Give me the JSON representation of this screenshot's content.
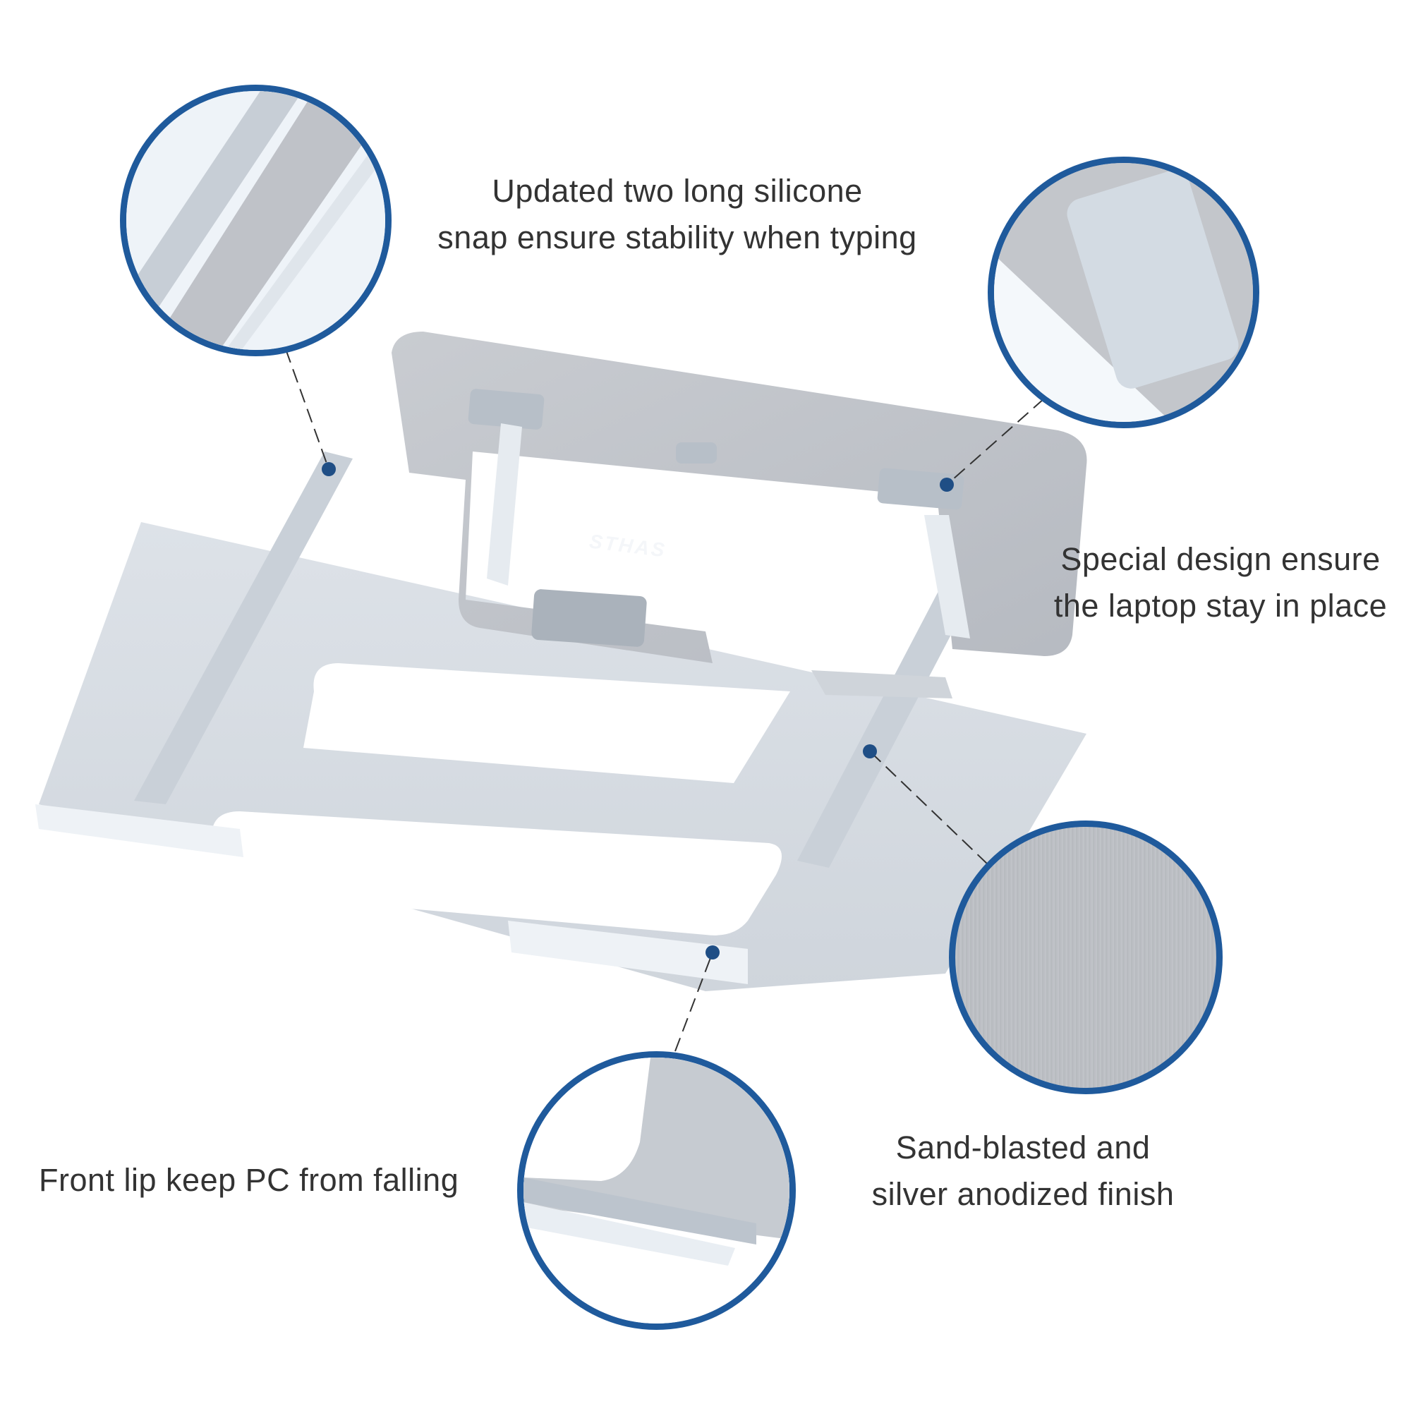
{
  "product": {
    "brand_logo": "STHAS",
    "description": "Aluminum laptop stand feature infographic"
  },
  "features": [
    {
      "id": "silicone-strips",
      "lines": [
        "Updated two long silicone",
        "snap ensure stability when typing"
      ],
      "detail_view": "long silicone strip close-up"
    },
    {
      "id": "stopper-design",
      "lines": [
        "Special design ensure",
        "the laptop stay in place"
      ],
      "detail_view": "silicone stopper close-up"
    },
    {
      "id": "finish",
      "lines": [
        "Sand-blasted and",
        "silver anodized finish"
      ],
      "detail_view": "brushed aluminum texture close-up"
    },
    {
      "id": "front-lip",
      "lines": [
        "Front lip keep PC from falling"
      ],
      "detail_view": "front lip close-up"
    }
  ],
  "colors": {
    "accent_ring": "#1f5a9c",
    "marker_dot": "#1f4e85",
    "text": "#333333",
    "aluminum": "#c4c8ce",
    "silicone": "#b9c1ca",
    "background": "#ffffff"
  }
}
